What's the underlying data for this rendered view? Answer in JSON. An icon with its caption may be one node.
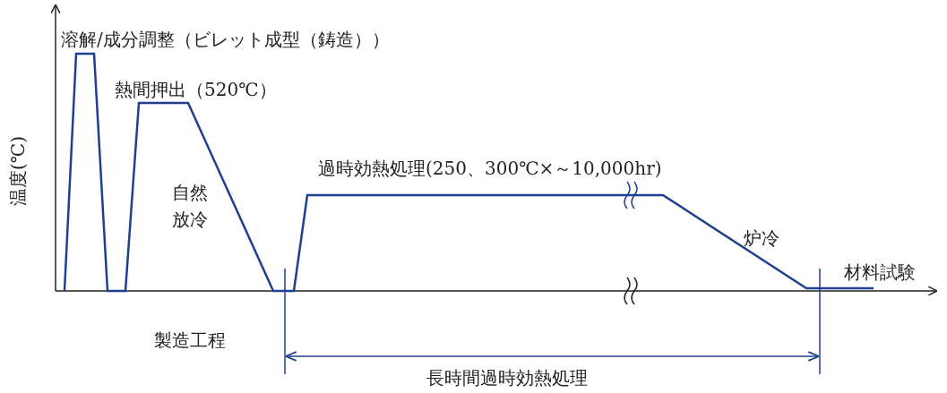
{
  "diagram": {
    "labels": [
      "溶解/成分調整（ビレット成型（鋳造））",
      "熱間押出（520℃）",
      "温度(℃)",
      "自然放冷",
      "過時効熱処理(250、300℃×～10,000hr)",
      "炉冷",
      "材料試験",
      "製造工程",
      "長時間過時効熱処理"
    ]
  }
}
